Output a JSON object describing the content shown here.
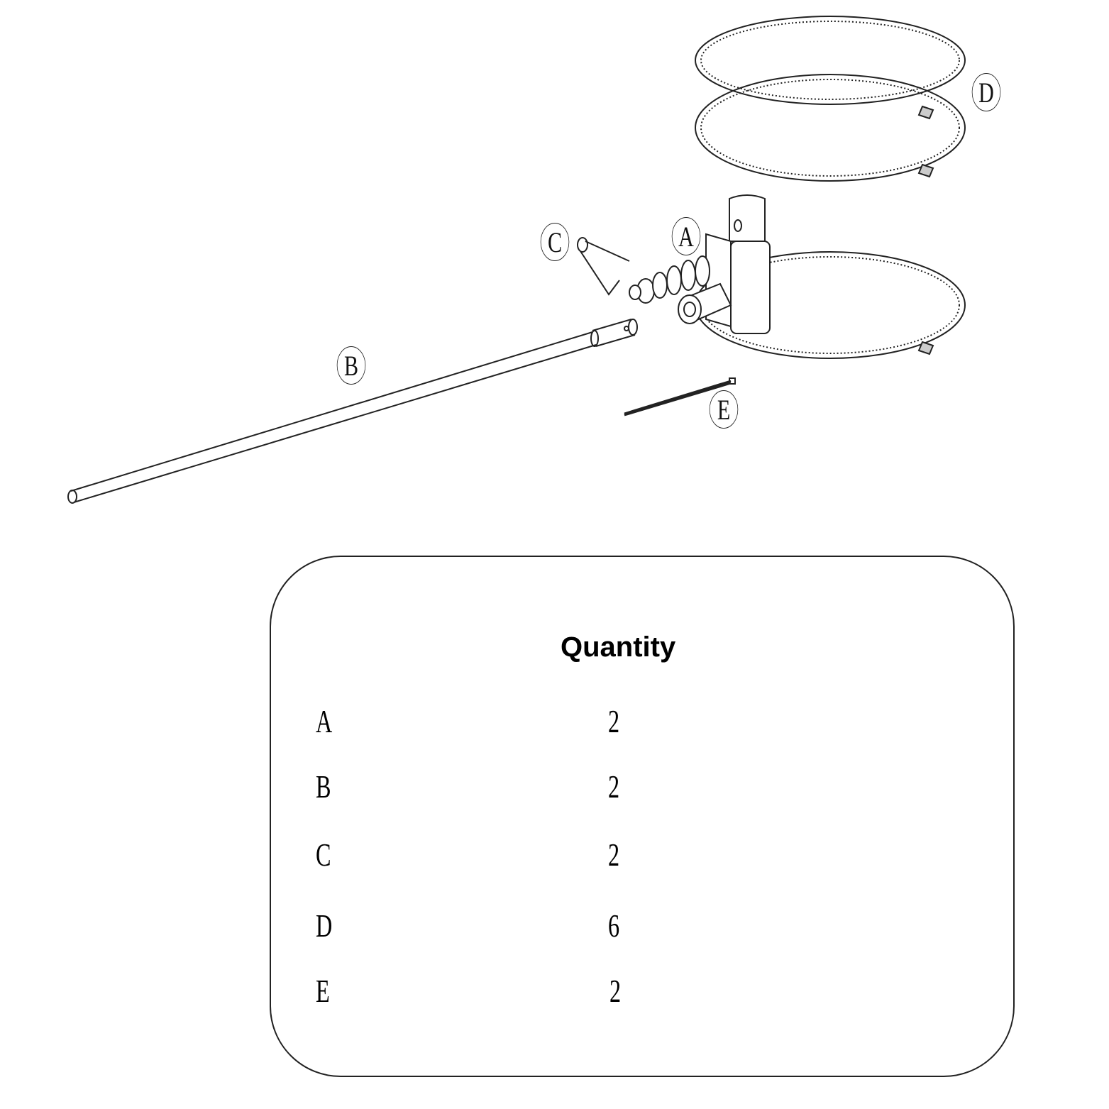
{
  "callouts": [
    "A",
    "B",
    "C",
    "D",
    "E"
  ],
  "table": {
    "header": "Quantity",
    "rows": [
      {
        "part": "A",
        "qty": "2"
      },
      {
        "part": "B",
        "qty": "2"
      },
      {
        "part": "C",
        "qty": "2"
      },
      {
        "part": "D",
        "qty": "6"
      },
      {
        "part": "E",
        "qty": "2"
      }
    ]
  }
}
